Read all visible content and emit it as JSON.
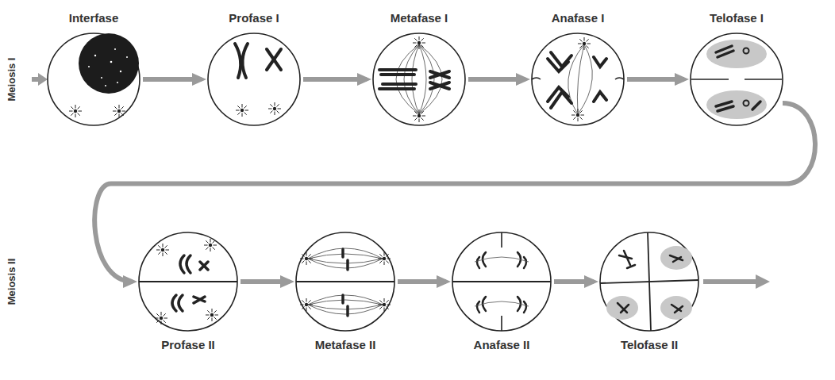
{
  "diagram": {
    "nodes": [
      {
        "text": [
          "Interfase"
        ]
      },
      {
        "text": [
          "Profase I"
        ]
      },
      {
        "text": [
          "Metafase I"
        ]
      },
      {
        "text": [
          "Anafase I"
        ]
      },
      {
        "text": [
          "Telofase I"
        ]
      },
      {
        "text": [
          "Profase II"
        ]
      },
      {
        "text": [
          "Metafase II"
        ]
      },
      {
        "text": [
          "Anafase II"
        ]
      },
      {
        "text": [
          "Telofase II"
        ]
      }
    ],
    "edges": [
      {
        "from": 0,
        "to": 1,
        "arrow": "to"
      },
      {
        "from": 1,
        "to": 2,
        "arrow": "to"
      },
      {
        "from": 2,
        "to": 3,
        "arrow": "to"
      },
      {
        "from": 3,
        "to": 4,
        "arrow": "to"
      },
      {
        "from": 4,
        "to": 5,
        "arrow": "to"
      },
      {
        "from": 5,
        "to": 6,
        "arrow": "to"
      },
      {
        "from": 6,
        "to": 7,
        "arrow": "to"
      },
      {
        "from": 7,
        "to": 8,
        "arrow": "to"
      }
    ],
    "labels": [
      "Meiosis I",
      "Meiosis II"
    ]
  }
}
